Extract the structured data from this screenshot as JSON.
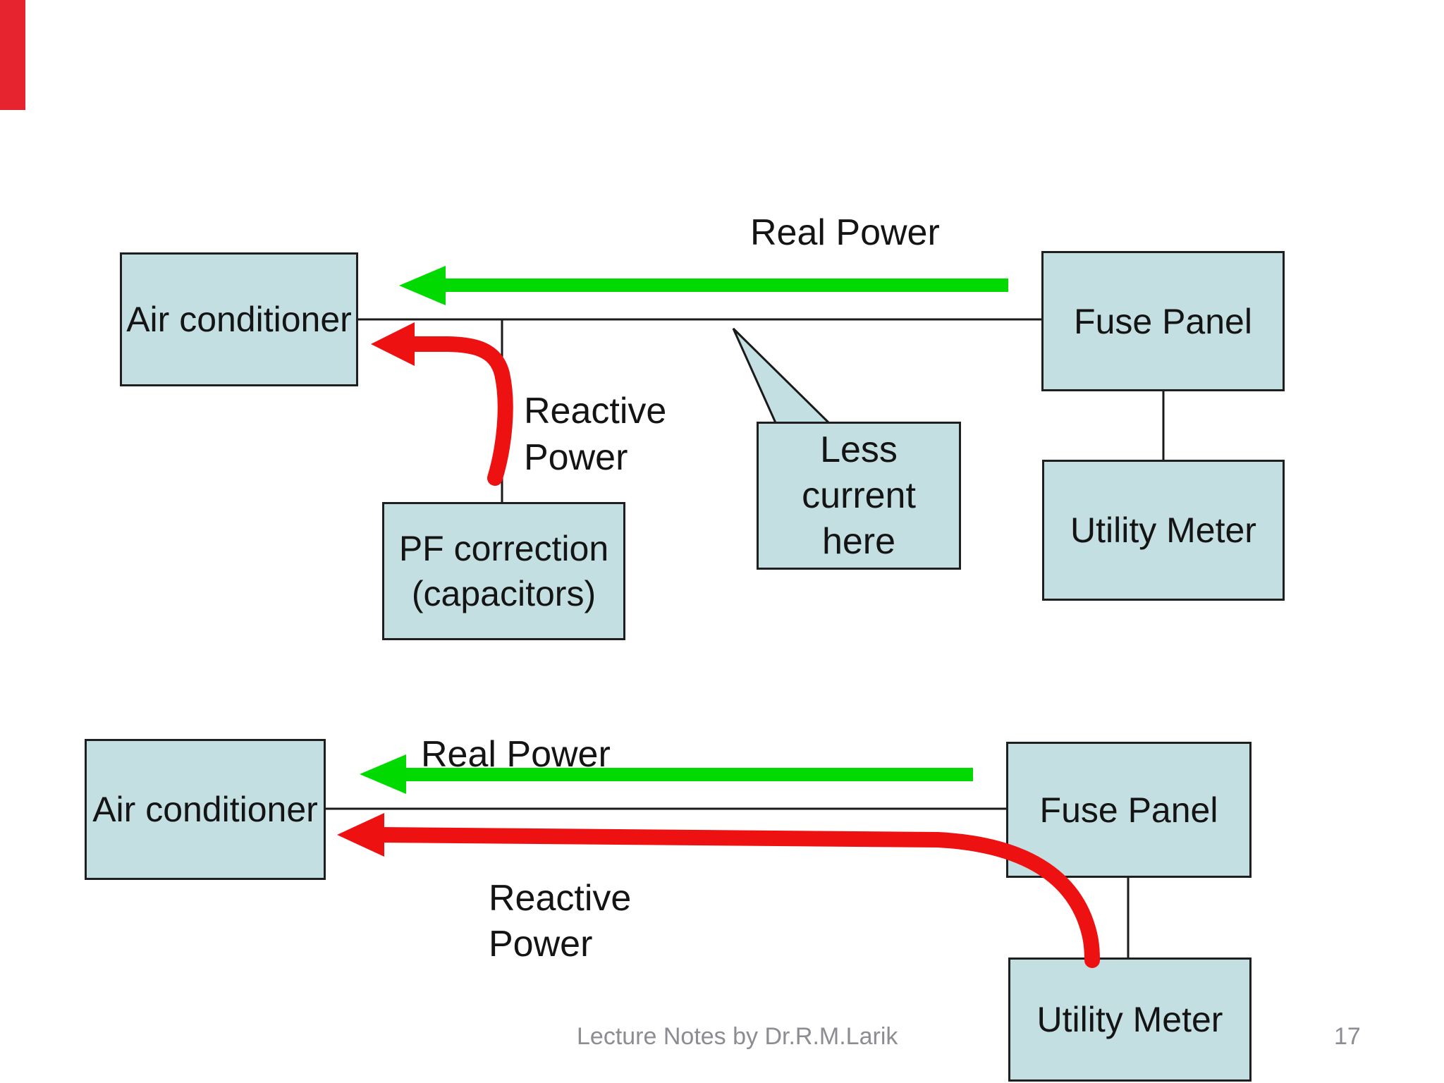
{
  "slide": {
    "accent_bar_color": "#e62430",
    "background": "#ffffff",
    "colors": {
      "box_fill": "#c4dfe2",
      "box_border": "#1f1f1f",
      "real_power_arrow": "#00da00",
      "reactive_power_arrow": "#ee1111",
      "wire": "#1a1a1a",
      "label_text": "#141414",
      "footer_text": "#8c8c92"
    },
    "footer": {
      "text": "Lecture Notes by Dr.R.M.Larik",
      "page_number": "17"
    }
  },
  "diagram_top": {
    "boxes": {
      "air_conditioner": "Air conditioner",
      "fuse_panel": "Fuse Panel",
      "utility_meter": "Utility Meter",
      "pf_correction_line1": "PF correction",
      "pf_correction_line2": "(capacitors)"
    },
    "labels": {
      "real_power": "Real Power",
      "reactive_line1": "Reactive",
      "reactive_line2": "Power"
    },
    "callout": {
      "line1": "Less",
      "line2": "current",
      "line3": "here"
    }
  },
  "diagram_bottom": {
    "boxes": {
      "air_conditioner": "Air conditioner",
      "fuse_panel": "Fuse Panel",
      "utility_meter": "Utility Meter"
    },
    "labels": {
      "real_power": "Real Power",
      "reactive_line1": "Reactive",
      "reactive_line2": "Power"
    }
  }
}
